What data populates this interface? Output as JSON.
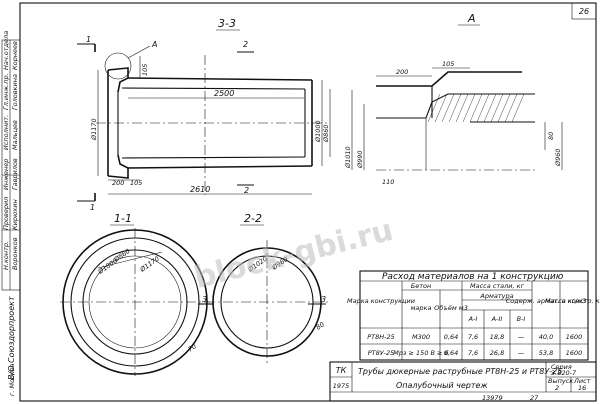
{
  "page_number": "26",
  "sections": {
    "s33": "3-3",
    "a_view": "A",
    "s11": "1-1",
    "s22": "2-2",
    "a_callout": "A"
  },
  "cut_marks": {
    "one": "1",
    "two": "2",
    "three": "3"
  },
  "dims": {
    "d105a": "105",
    "d2500": "2500",
    "d1170": "Ø1170",
    "d1000": "Ø1000",
    "d860": "Ø860",
    "d200a": "200",
    "d105b": "105",
    "d2610": "2610",
    "d200b": "200",
    "d105c": "105",
    "d80": "80",
    "d1010": "Ø1010",
    "d990": "Ø990",
    "d110": "110",
    "d960": "Ø960",
    "c1000": "Ø1000",
    "c860": "Ø860",
    "c1170": "Ø1170",
    "c1020": "Ø1020",
    "c960": "Ø960",
    "c70": "70",
    "c80": "80"
  },
  "table": {
    "title": "Расход материалов на 1 конструкцию",
    "h_brand": "Марка конструкции",
    "h_concrete": "Бетон",
    "h_grade": "марка",
    "h_volume": "Объём м3",
    "h_steel": "Масса стали, кг",
    "h_rebar": "Арматура",
    "h_ai": "А-I",
    "h_aii": "А-II",
    "h_biii": "В-I",
    "h_content": "Содерж. армат. в кг/м3",
    "h_mass": "Масса констр. кг",
    "rows": [
      {
        "brand": "РТ8Н-25",
        "grade": "М300",
        "volume": "0,64",
        "a1": "7,6",
        "a2": "18,8",
        "b1": "—",
        "content": "40,0",
        "mass": "1600"
      },
      {
        "brand": "РТ8У-25",
        "grade": "Мрз ≥ 150 В ≥ 6",
        "volume": "0,64",
        "a1": "7,6",
        "a2": "26,8",
        "b1": "—",
        "content": "53,8",
        "mass": "1600"
      }
    ]
  },
  "title_block": {
    "code": "ТК",
    "year": "1975",
    "title": "Трубы дюкерные раструбные РТ8Н-25 и РТ8У-25",
    "subtitle": "Опалубочный чертеж",
    "series_label": "Серия",
    "series": "3.820-7",
    "issue_label": "Выпуск",
    "issue": "2",
    "sheet_label": "Лист",
    "sheet": "16",
    "number": "13979",
    "page": "27"
  },
  "side_stamp": {
    "org": "В/О Союздорпроект",
    "city": "г. Москва",
    "roles": [
      "Н.контр.",
      "Проверил",
      "Инженер",
      "Исполнит.",
      "Гл.инж.пр.",
      "Нач.отдела"
    ],
    "names": [
      "Воронков",
      "Кирюхин",
      "Гаврилов",
      "Мальцев",
      "Головкина",
      "Корнеев"
    ]
  },
  "watermark": "block-gbi.ru"
}
